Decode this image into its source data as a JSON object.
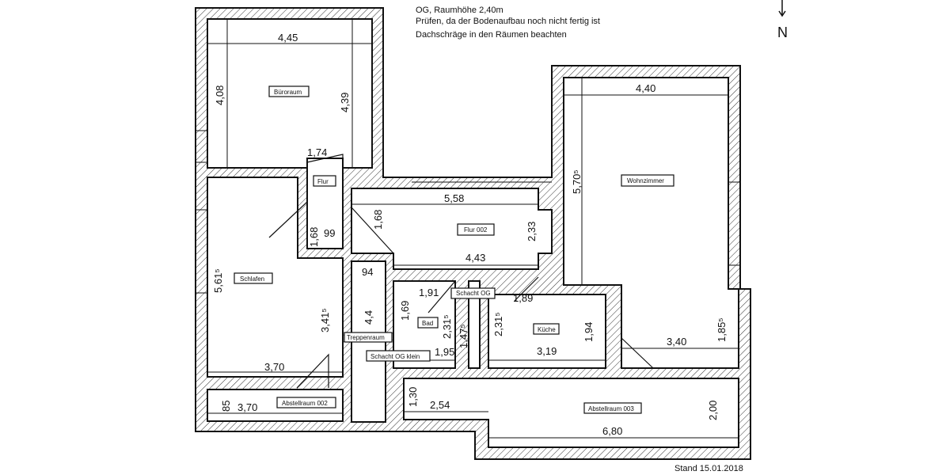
{
  "notes": [
    "OG, Raumhöhe 2,40m",
    "Prüfen, da der Bodenaufbau noch nicht fertig ist",
    "Dachschräge in den Räumen beachten"
  ],
  "north_label": "N",
  "footer": "Stand 15.01.2018",
  "rooms": {
    "bueroraum": "Büroraum",
    "flur": "Flur",
    "schlafen": "Schlafen",
    "flur_002": "Flur 002",
    "wohnzimmer": "Wohnzimmer",
    "schacht_og": "Schacht OG",
    "bad": "Bad",
    "kueche": "Küche",
    "treppenraum": "Treppenraum",
    "schacht_og_klein": "Schacht OG klein",
    "abstellraum_002": "Abstellraum 002",
    "abstellraum_003": "Abstellraum 003"
  },
  "dimensions": {
    "buero_width": "4,45",
    "buero_depth_left": "4,08",
    "buero_depth_right": "4,39",
    "flur_width": "1,74",
    "flur_depth": "1,68",
    "flur_inner": "99",
    "flur002_depth": "1,68",
    "flur002_width": "5,58",
    "flur002_height": "2,33",
    "flur002_width2": "4,43",
    "treppe_width": "94",
    "treppe_len": "4,4",
    "schlafen_depth": "5,61⁵",
    "schlafen_side": "3,41⁵",
    "schlafen_width": "3,70",
    "bad_width": "1,91",
    "bad_depth": "1,69",
    "bad_diag": "2,31⁵",
    "bad_depth2": "1,47⁵",
    "bad_width2": "1,95",
    "kueche_depth": "2,31⁵",
    "kueche_top": "1,89",
    "kueche_side": "1,94",
    "kueche_width": "3,19",
    "abst002_width": "3,70",
    "abst002_depth": "85",
    "abst003_left": "1,30",
    "abst003_leftw": "2,54",
    "abst003_width": "6,80",
    "abst003_depth": "2,00",
    "wohn_width": "4,40",
    "wohn_depth": "5,70⁵",
    "wohn_lower": "3,40",
    "wohn_lower_depth": "1,85⁵"
  },
  "colors": {
    "line": "#111111",
    "background": "#ffffff"
  }
}
